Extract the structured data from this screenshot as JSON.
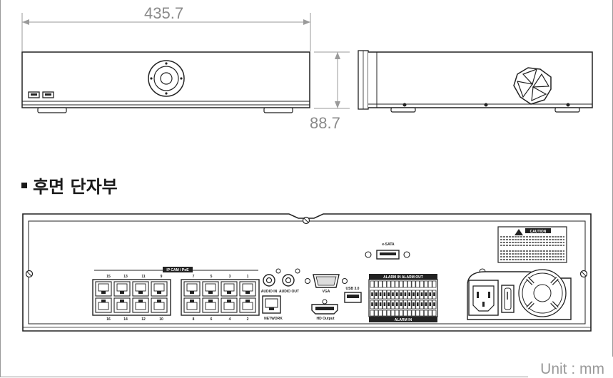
{
  "dimensions": {
    "width_label": "435.7",
    "height_label": "88.7"
  },
  "section": {
    "title": "후면 단자부"
  },
  "unit_label": "Unit : mm",
  "rear_panel": {
    "ip_cam_label": "IP CAM / PoE",
    "port_numbers_top": [
      "15",
      "13",
      "11",
      "9",
      "7",
      "5",
      "3",
      "1"
    ],
    "port_numbers_bottom": [
      "16",
      "14",
      "12",
      "10",
      "8",
      "6",
      "4",
      "2"
    ],
    "audio_in": "AUDIO IN",
    "audio_out": "AUDIO OUT",
    "network": "NETWORK",
    "vga": "VGA",
    "hd_output": "HD Output",
    "usb": "USB 3.0",
    "esata": "e-SATA",
    "alarm_top": "ALARM IN  ALARM OUT",
    "alarm_bottom": "ALARM IN",
    "caution": "CAUTION"
  },
  "colors": {
    "line": "#222222",
    "dim_line": "#9a9a9a",
    "dim_text": "#8a8a8a",
    "panel_fill": "#f4f4f4"
  }
}
